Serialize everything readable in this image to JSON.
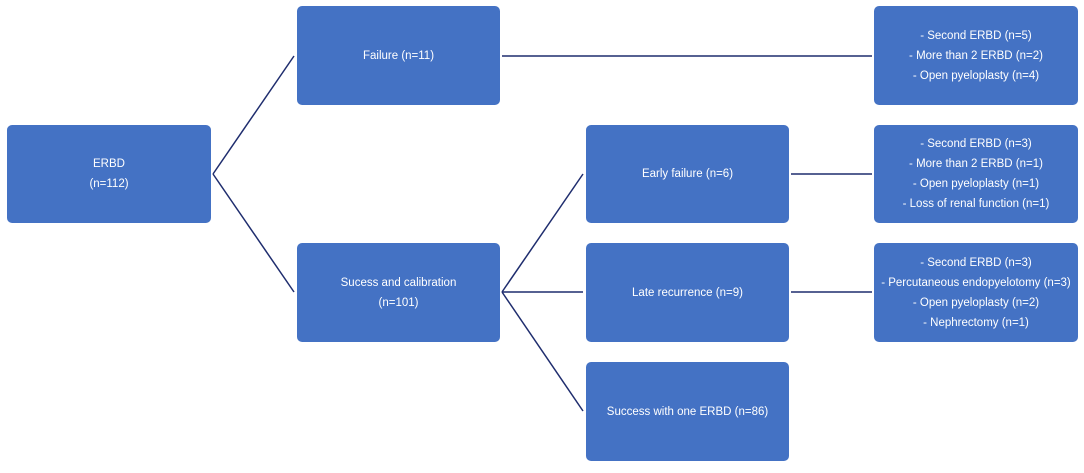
{
  "colors": {
    "node_fill": "#4472c4",
    "node_text": "#ffffff",
    "connector": "#1f2d6e"
  },
  "nodes": {
    "root": {
      "line1": "ERBD",
      "line2": "(n=112)"
    },
    "failure": {
      "line1": "Failure (n=11)"
    },
    "success_calibration": {
      "line1": "Sucess and calibration",
      "line2": "(n=101)"
    },
    "early_failure": {
      "line1": "Early failure (n=6)"
    },
    "late_recurrence": {
      "line1": "Late recurrence (n=9)"
    },
    "success_one": {
      "line1": "Success with one ERBD (n=86)"
    }
  },
  "outcomes": {
    "failure": [
      "- Second ERBD (n=5)",
      "- More than 2 ERBD (n=2)",
      "- Open pyeloplasty (n=4)"
    ],
    "early_failure": [
      "- Second ERBD (n=3)",
      "- More than 2 ERBD (n=1)",
      "- Open pyeloplasty (n=1)",
      "- Loss of renal function (n=1)"
    ],
    "late_recurrence": [
      "- Second ERBD (n=3)",
      "- Percutaneous endopyelotomy (n=3)",
      "- Open pyeloplasty (n=2)",
      "- Nephrectomy (n=1)"
    ]
  }
}
